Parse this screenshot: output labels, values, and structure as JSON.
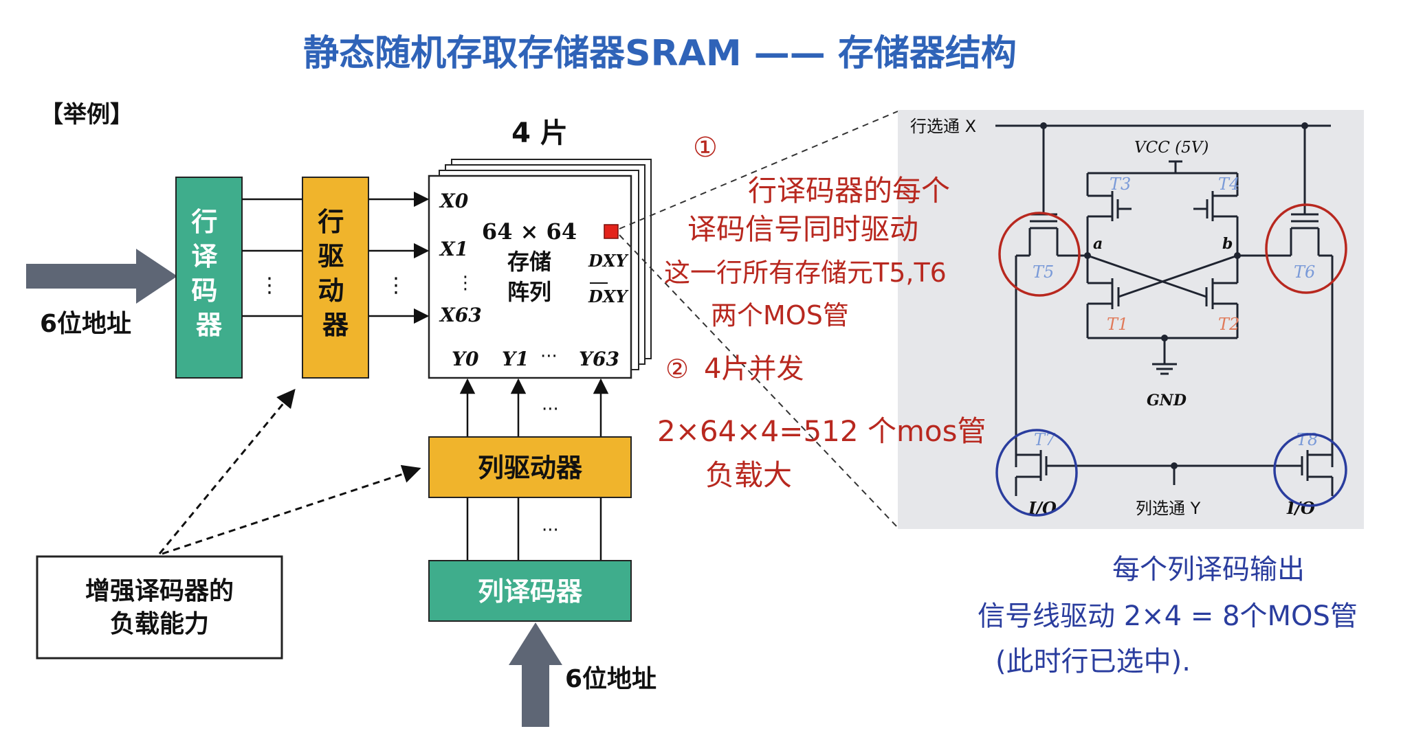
{
  "title": "静态随机存取存储器SRAM —— 存储器结构",
  "example_label": "【举例】",
  "chips_label": "4 片",
  "row_decoder": {
    "label": "行译码器"
  },
  "row_driver": {
    "label": "行驱动器"
  },
  "row_address": "6位地址",
  "col_address": "6位地址",
  "array": {
    "size": "64 × 64",
    "line1": "存储",
    "line2": "阵列",
    "x0": "X0",
    "x1": "X1",
    "x63": "X63",
    "y0": "Y0",
    "y1": "Y1",
    "y63": "Y63",
    "dxy": "DXY",
    "dxy_bar": "DXY",
    "dots": "⋮",
    "hdots": "···"
  },
  "col_driver": {
    "label": "列驱动器"
  },
  "col_decoder": {
    "label": "列译码器"
  },
  "enhance_box": {
    "line1": "增强译码器的",
    "line2": "负载能力"
  },
  "circuit": {
    "row_select": "行选通 X",
    "vcc": "VCC (5V)",
    "gnd": "GND",
    "col_select": "列选通 Y",
    "io_left": "I/O",
    "io_right": "I/O",
    "node_a": "a",
    "node_b": "b",
    "t1": "T1",
    "t2": "T2",
    "t3": "T3",
    "t4": "T4",
    "t5": "T5",
    "t6": "T6",
    "t7": "T7",
    "t8": "T8"
  },
  "annotations": {
    "circle1": "①",
    "note1_line1": "行译码器的每个",
    "note1_line2": "译码信号同时驱动",
    "note1_line3": "这一行所有存储元T5,T6",
    "note1_line4": "两个MOS管",
    "circle2": "②",
    "note2": "4片并发",
    "note3": "2×64×4=512 个mos管",
    "note4": "负载大",
    "blue_line1": "每个列译码输出",
    "blue_line2": "信号线驱动 2×4 = 8个MOS管",
    "blue_line3": "(此时行已选中)."
  },
  "colors": {
    "title_blue": "#2f63b8",
    "decoder_green": "#3fad8c",
    "driver_yellow": "#f0b42c",
    "arrow_gray": "#5e6675",
    "annotation_red": "#b8281f",
    "annotation_blue": "#2a3d9e",
    "circuit_bg": "#e6e7ea"
  }
}
